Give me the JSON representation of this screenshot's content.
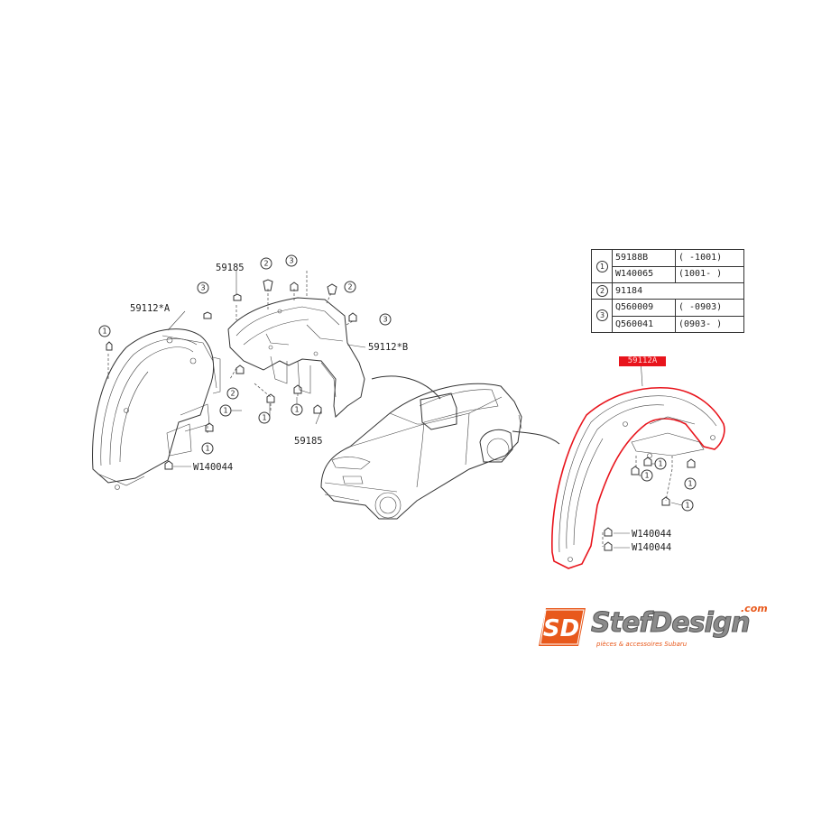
{
  "labels": {
    "top_left_part_a": "59112*A",
    "top_middle_part_b": "59112*B",
    "clip_top": "59185",
    "clip_bottom": "59185",
    "bolt_left": "W140044",
    "bolt_right_1": "W140044",
    "bolt_right_2": "W140044",
    "highlighted_part": "59112A"
  },
  "callouts": {
    "one": "1",
    "two": "2",
    "three": "3"
  },
  "legend": {
    "rows": [
      {
        "ref": "1",
        "part": "59188B",
        "range": "(    -1001)"
      },
      {
        "ref": "",
        "part": "W140065",
        "range": "(1001-    )"
      },
      {
        "ref": "2",
        "part": "91184",
        "range": ""
      },
      {
        "ref": "3",
        "part": "Q560009",
        "range": "(    -0903)"
      },
      {
        "ref": "",
        "part": "Q560041",
        "range": "(0903-    )"
      }
    ]
  },
  "logo": {
    "initials": "SD",
    "brand": "StefDesign",
    "dotcom": ".com",
    "tagline": "pièces & accessoires Subaru"
  },
  "colors": {
    "highlight": "#e8141c",
    "logo_accent": "#e8591c",
    "logo_gray": "#8b8b8b",
    "ink": "#333333"
  }
}
